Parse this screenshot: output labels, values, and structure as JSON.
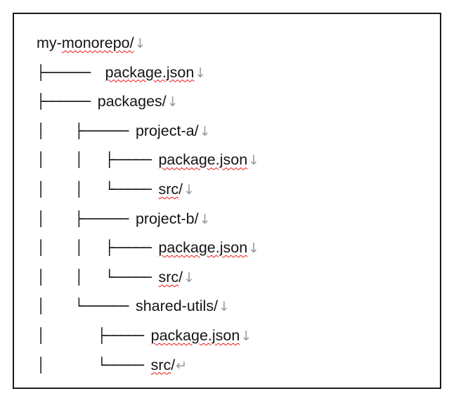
{
  "document": {
    "type": "directory-tree-listing",
    "box": {
      "border_color": "#1a1a1a",
      "background_color": "#ffffff"
    },
    "colors": {
      "text": "#141414",
      "spellcheck_underline": "#ee1111",
      "paragraph_mark": "#9a9a9a"
    },
    "marks": {
      "line_break": "↓",
      "paragraph_end": "↵"
    },
    "lines": [
      {
        "indent": "",
        "name_plain": "my-monorepo/",
        "name_prefix": "my-",
        "name_misspelled": "monorepo/",
        "name_suffix": "",
        "mark": "↓",
        "depth": 0
      },
      {
        "indent": "├──────  ",
        "name_plain": "package.json",
        "name_prefix": "",
        "name_misspelled": "package.json",
        "name_suffix": "",
        "mark": "↓",
        "depth": 1
      },
      {
        "indent": "├────── ",
        "name_plain": "packages/",
        "name_prefix": "packages/",
        "name_misspelled": "",
        "name_suffix": "",
        "mark": "↓",
        "depth": 1
      },
      {
        "indent": "│    ├────── ",
        "name_plain": "project-a/",
        "name_prefix": "project-a/",
        "name_misspelled": "",
        "name_suffix": "",
        "mark": "↓",
        "depth": 2
      },
      {
        "indent": "│    │   ├───── ",
        "name_plain": "package.json",
        "name_prefix": "",
        "name_misspelled": "package.json",
        "name_suffix": "",
        "mark": "↓",
        "depth": 3
      },
      {
        "indent": "│    │   └───── ",
        "name_plain": "src/",
        "name_prefix": "",
        "name_misspelled": "src",
        "name_suffix": "/",
        "mark": "↓",
        "depth": 3
      },
      {
        "indent": "│    ├────── ",
        "name_plain": "project-b/",
        "name_prefix": "project-b/",
        "name_misspelled": "",
        "name_suffix": "",
        "mark": "↓",
        "depth": 2
      },
      {
        "indent": "│    │   ├───── ",
        "name_plain": "package.json",
        "name_prefix": "",
        "name_misspelled": "package.json",
        "name_suffix": "",
        "mark": "↓",
        "depth": 3
      },
      {
        "indent": "│    │   └───── ",
        "name_plain": "src/",
        "name_prefix": "",
        "name_misspelled": "src",
        "name_suffix": "/",
        "mark": "↓",
        "depth": 3
      },
      {
        "indent": "│    └────── ",
        "name_plain": "shared-utils/",
        "name_prefix": "shared-utils/",
        "name_misspelled": "",
        "name_suffix": "",
        "mark": "↓",
        "depth": 2
      },
      {
        "indent": "│       ├───── ",
        "name_plain": "package.json",
        "name_prefix": "",
        "name_misspelled": "package.json",
        "name_suffix": "",
        "mark": "↓",
        "depth": 3
      },
      {
        "indent": "│       └───── ",
        "name_plain": "src/",
        "name_prefix": "",
        "name_misspelled": "src",
        "name_suffix": "/",
        "mark": "↵",
        "depth": 3
      }
    ]
  }
}
